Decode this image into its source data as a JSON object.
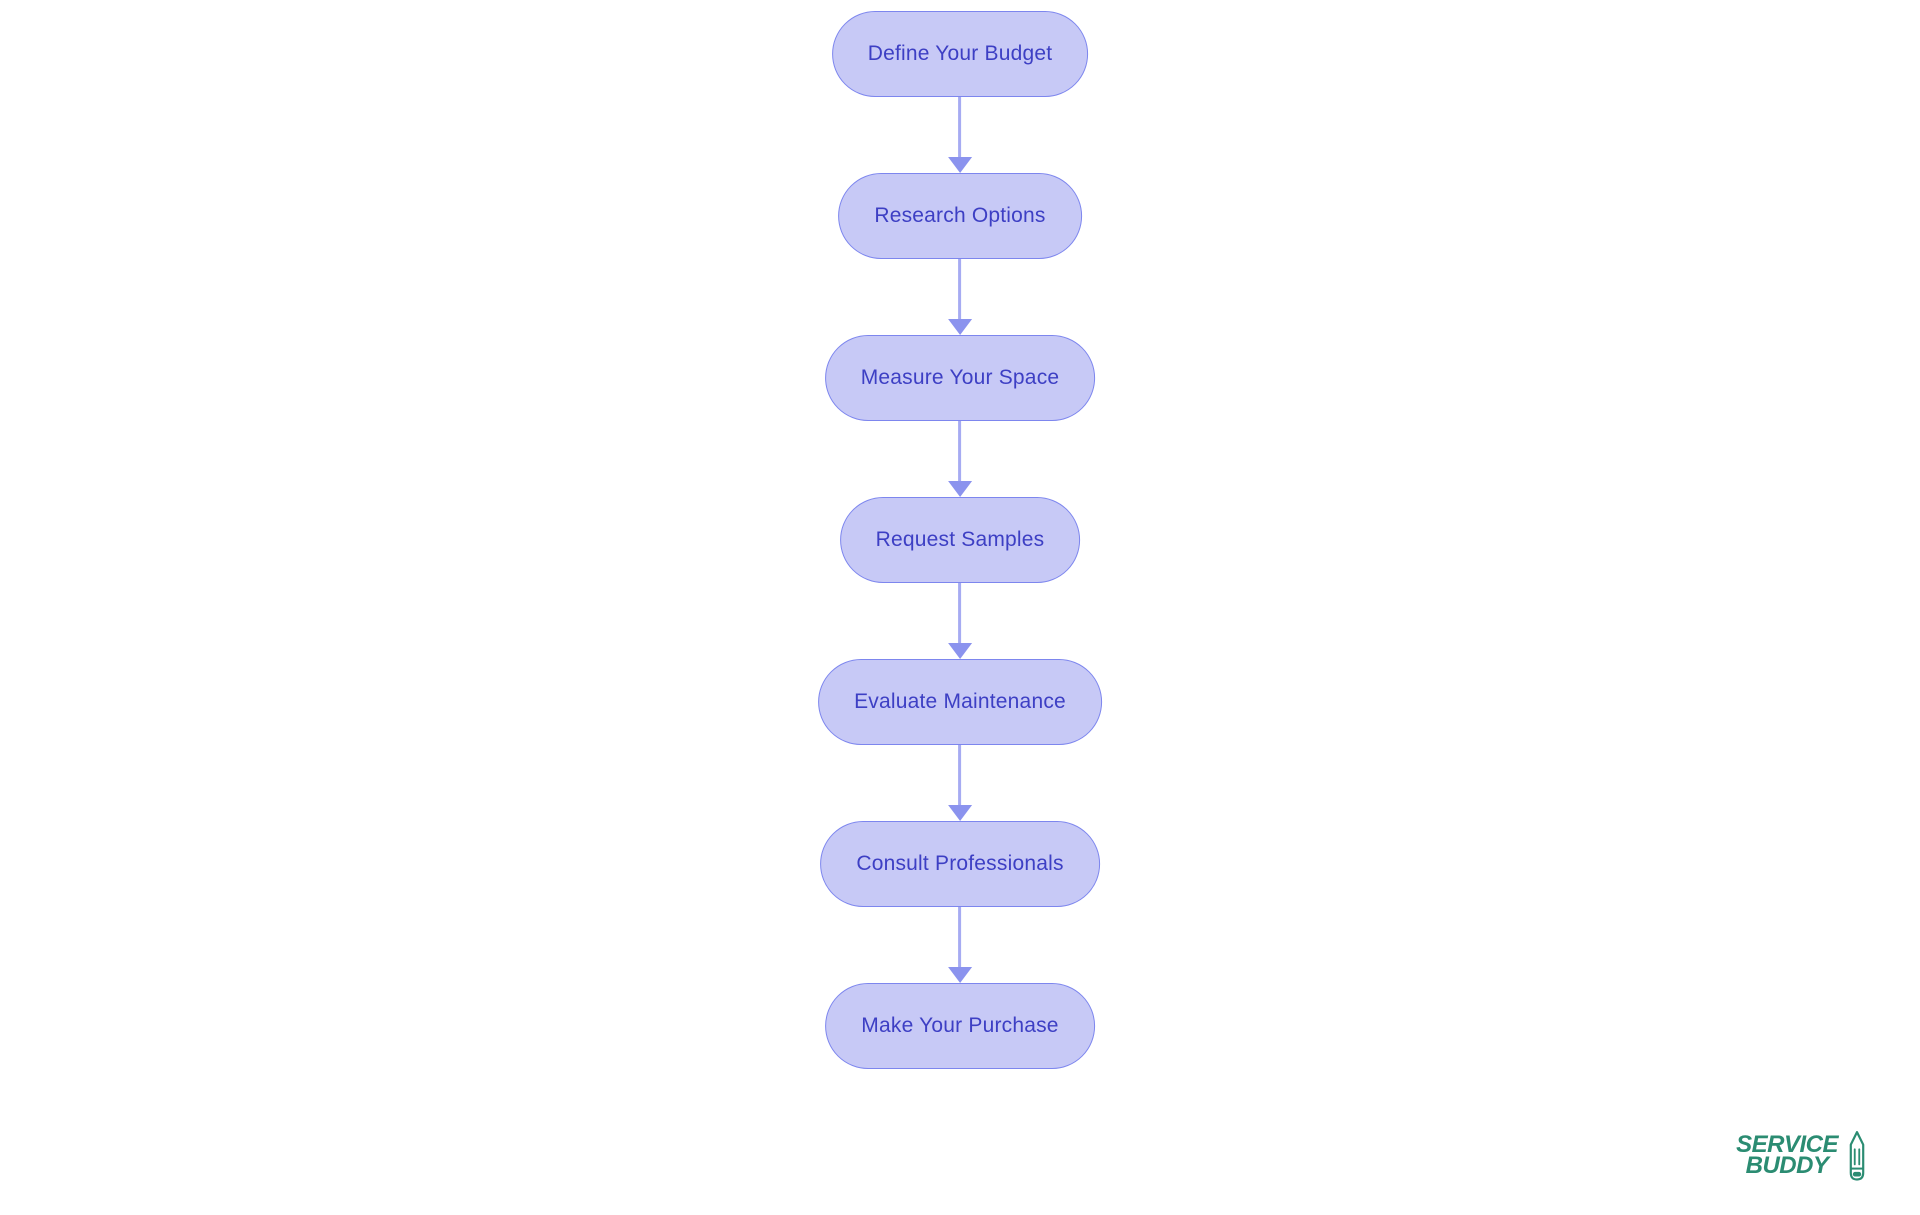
{
  "diagram": {
    "type": "flowchart",
    "direction": "top-down",
    "steps": [
      {
        "label": "Define Your Budget"
      },
      {
        "label": "Research Options"
      },
      {
        "label": "Measure Your Space"
      },
      {
        "label": "Request Samples"
      },
      {
        "label": "Evaluate Maintenance"
      },
      {
        "label": "Consult Professionals"
      },
      {
        "label": "Make Your Purchase"
      }
    ]
  },
  "branding": {
    "logo_line1": "SERVICE",
    "logo_line2": "BUDDY",
    "logo_icon": "pencil-icon"
  },
  "colors": {
    "background": "#ffffff",
    "node_fill": "#c7c9f6",
    "node_border": "#7d86ee",
    "node_text": "#3d3fc4",
    "connector_line": "#a6abf2",
    "arrowhead": "#8b93ee",
    "logo_green": "#2b8c72"
  }
}
